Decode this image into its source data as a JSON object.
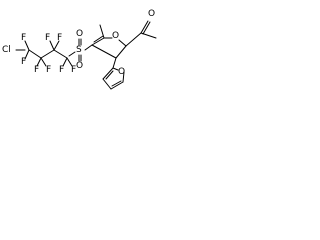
{
  "molecule": {
    "atom_labels": {
      "cl": "Cl",
      "f1": "F",
      "f2": "F",
      "f3": "F",
      "f4": "F",
      "f5": "F",
      "f6": "F",
      "f7": "F",
      "f8": "F",
      "s": "S",
      "o_s1": "O",
      "o_s2": "O",
      "o_ring": "O",
      "o_ketone": "O",
      "o_furan": "O"
    }
  }
}
